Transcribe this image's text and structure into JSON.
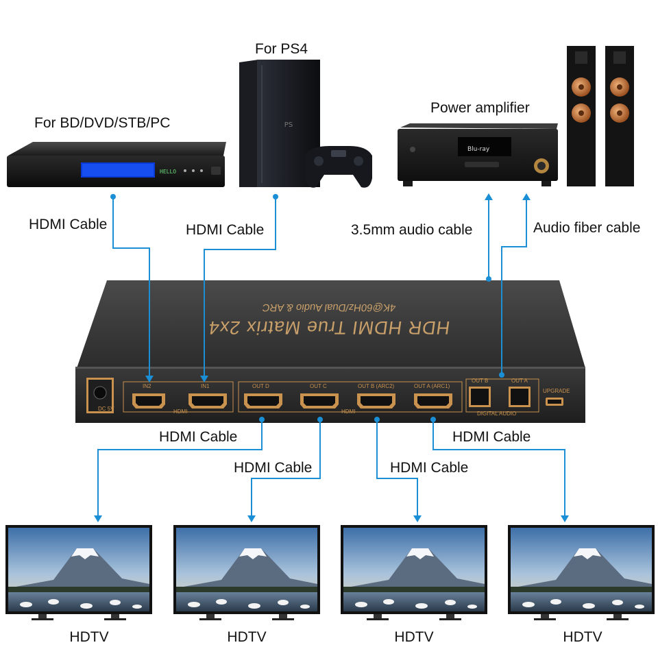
{
  "sources": {
    "bd": "For BD/DVD/STB/PC",
    "ps4": "For PS4",
    "amp": "Power amplifier"
  },
  "cables": {
    "hdmi": "HDMI Cable",
    "audio35": "3.5mm audio cable",
    "fiber": "Audio fiber cable"
  },
  "device": {
    "title": "HDR HDMI True Matrix 2x4",
    "subtitle": "4K@60Hz/Dual Audio & ARC",
    "ports": {
      "in2": "IN2",
      "in1": "IN1",
      "hdmi_in": "HDMI",
      "out_d": "OUT D",
      "out_c": "OUT C",
      "out_b": "OUT B (ARC2)",
      "out_a": "OUT A (ARC1)",
      "hdmi_out": "HDMI",
      "opt_b": "OUT B",
      "opt_a": "OUT A",
      "digital_audio": "DIGITAL AUDIO",
      "upgrade": "UPGRADE",
      "dc": "DC 5V"
    }
  },
  "player_display": "HELLO",
  "amp_display": "Blu-ray",
  "tvs": [
    "HDTV",
    "HDTV",
    "HDTV",
    "HDTV"
  ],
  "colors": {
    "cable": "#1a8fd6",
    "device": "#3a3a3a",
    "port_gold": "#c9924e"
  }
}
